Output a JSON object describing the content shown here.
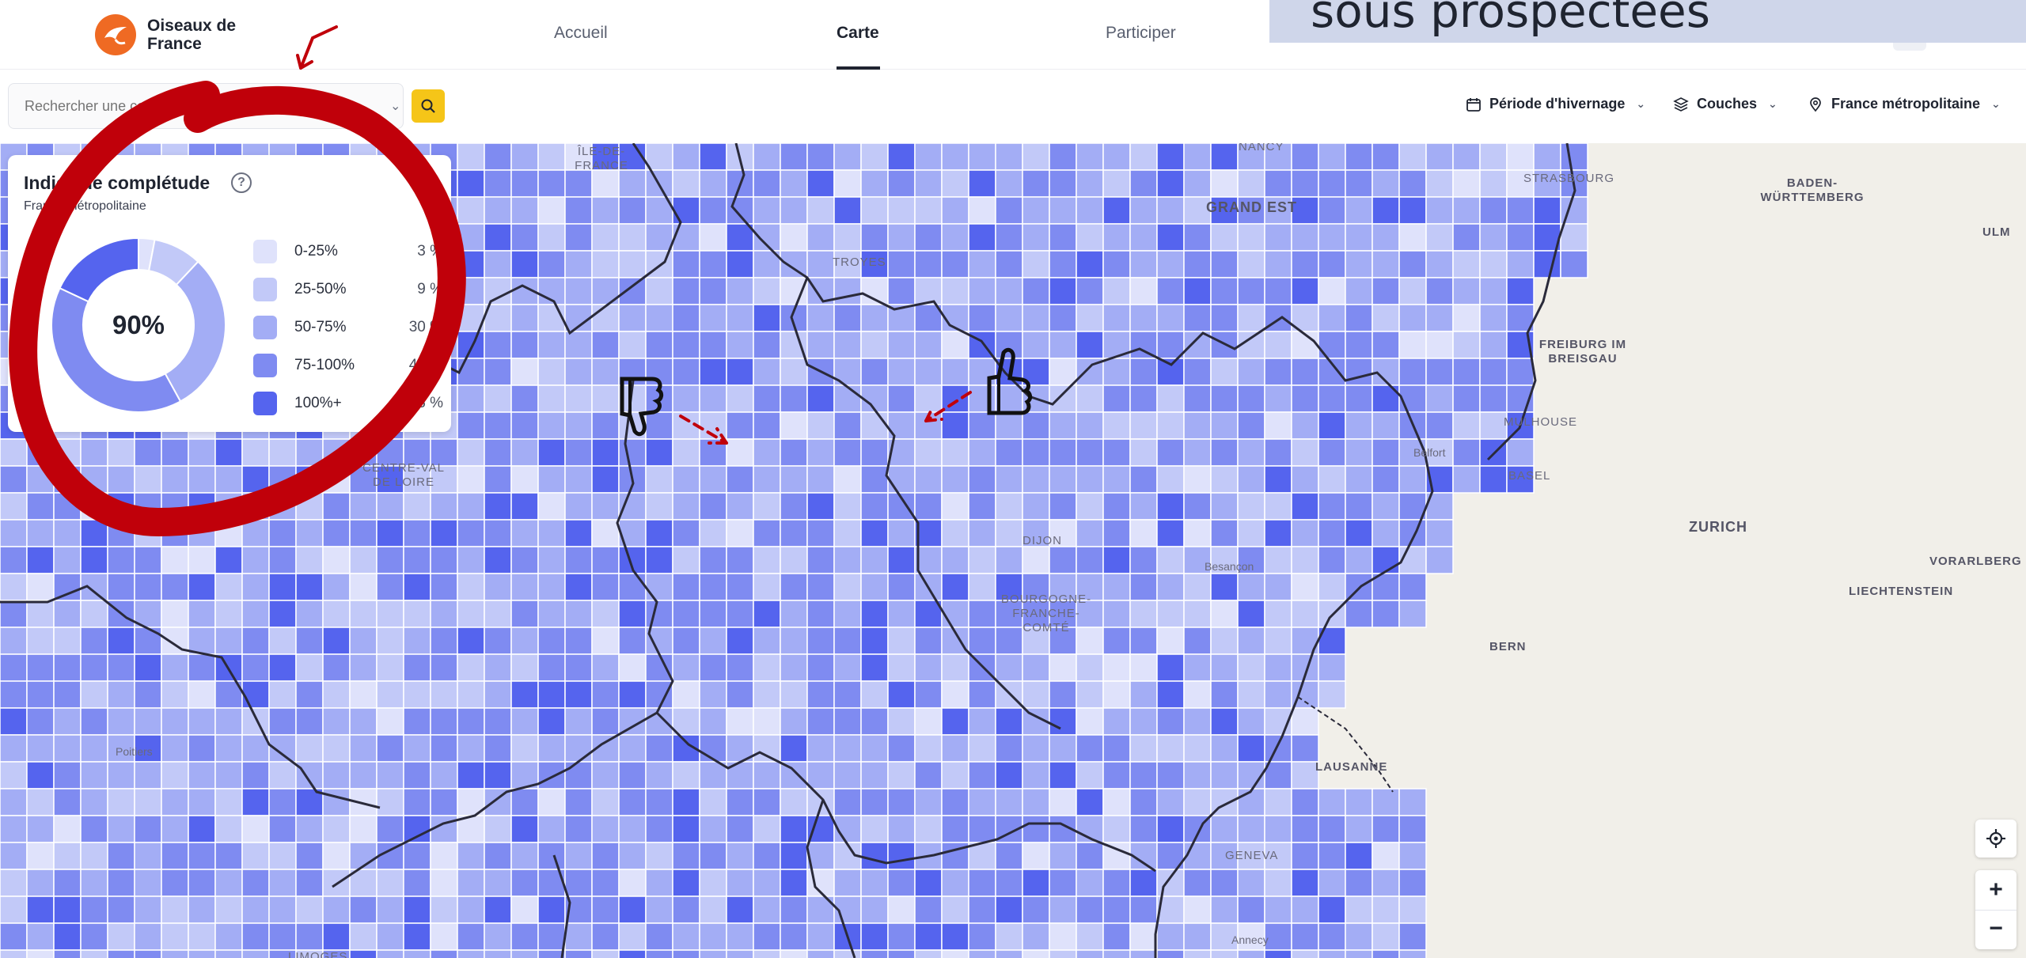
{
  "header": {
    "logo_text": "Oiseaux de France",
    "nav": [
      {
        "label": "Accueil"
      },
      {
        "label": "Carte",
        "active": true
      },
      {
        "label": "Participer"
      }
    ]
  },
  "banner": {
    "text": "sous prospectées"
  },
  "toolbar": {
    "search_placeholder": "Rechercher une commune ou un lieu",
    "filters": {
      "periode": "Période d'hivernage",
      "couches": "Couches",
      "region": "France métropolitaine"
    }
  },
  "legend": {
    "title": "Indice de complétude",
    "subtitle": "France métropolitaine",
    "center_value": "90%",
    "rows": [
      {
        "label": "0-25%",
        "pct": "3 %",
        "color": "#dfe2fb"
      },
      {
        "label": "25-50%",
        "pct": "9 %",
        "color": "#c2c9f8"
      },
      {
        "label": "50-75%",
        "pct": "30 %",
        "color": "#a3adf5"
      },
      {
        "label": "75-100%",
        "pct": "40 %",
        "color": "#7f8bf1"
      },
      {
        "label": "100%+",
        "pct": "18 %",
        "color": "#5564ee"
      }
    ],
    "donut_values": [
      3,
      9,
      30,
      40,
      18
    ]
  },
  "map": {
    "labels": {
      "ile_de_france": "ÎLE-DE-FRANCE",
      "nancy": "NANCY",
      "strasbourg": "STRASBOURG",
      "baden": "BADEN-WÜRTTEMBERG",
      "ulm": "ULM",
      "grand_est": "GRAND EST",
      "troyes": "TROYES",
      "freiburg": "FREIBURG IM BREISGAU",
      "mulhouse": "MULHOUSE",
      "belfort": "Belfort",
      "basel": "BASEL",
      "zurich": "ZURICH",
      "vorarlberg": "VORARLBERG",
      "liechtenstein": "LIECHTENSTEIN",
      "centre": "CENTRE-VAL DE LOIRE",
      "dijon": "DIJON",
      "besancon": "Besançon",
      "bourgogne": "BOURGOGNE-FRANCHE-COMTÉ",
      "bern": "BERN",
      "poitiers": "Poitiers",
      "lausanne": "LAUSANNE",
      "geneva": "GENEVA",
      "annecy": "Annecy",
      "limoges": "LIMOGES"
    }
  },
  "controls": {
    "zoom_in": "+",
    "zoom_out": "−"
  },
  "colors": {
    "accent": "#ef6a23",
    "search_button": "#f5c518",
    "annotation": "#c0000a"
  }
}
